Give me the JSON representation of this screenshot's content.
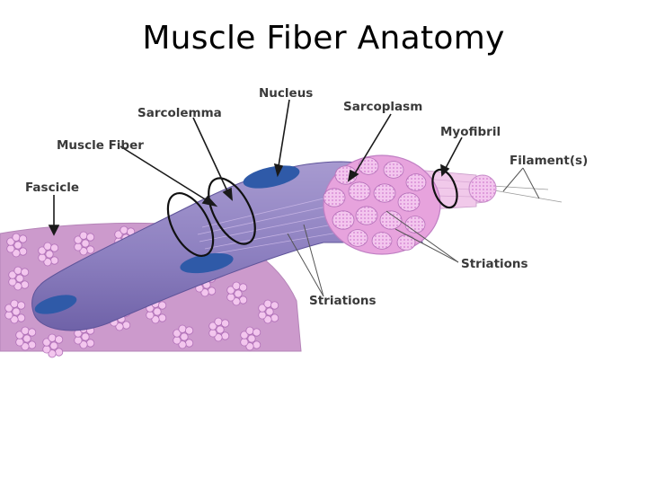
{
  "slide": {
    "title": "Muscle Fiber Anatomy"
  },
  "diagram": {
    "labels": {
      "nucleus": "Nucleus",
      "sarcolemma": "Sarcolemma",
      "sarcoplasm": "Sarcoplasm",
      "muscle_fiber": "Muscle Fiber",
      "myofibril": "Myofibril",
      "filaments": "Filament(s)",
      "fascicle": "Fascicle",
      "striations_right": "Striations",
      "striations_bottom": "Striations"
    },
    "colors": {
      "fascicle_fill": "#cc9acc",
      "fiber_body": "#8d80c0",
      "nucleus": "#2f5aa8",
      "myofibril_pink": "#efb3e6",
      "myofibril_dots": "#d27fd0",
      "label_text": "#3a3a3a"
    }
  }
}
